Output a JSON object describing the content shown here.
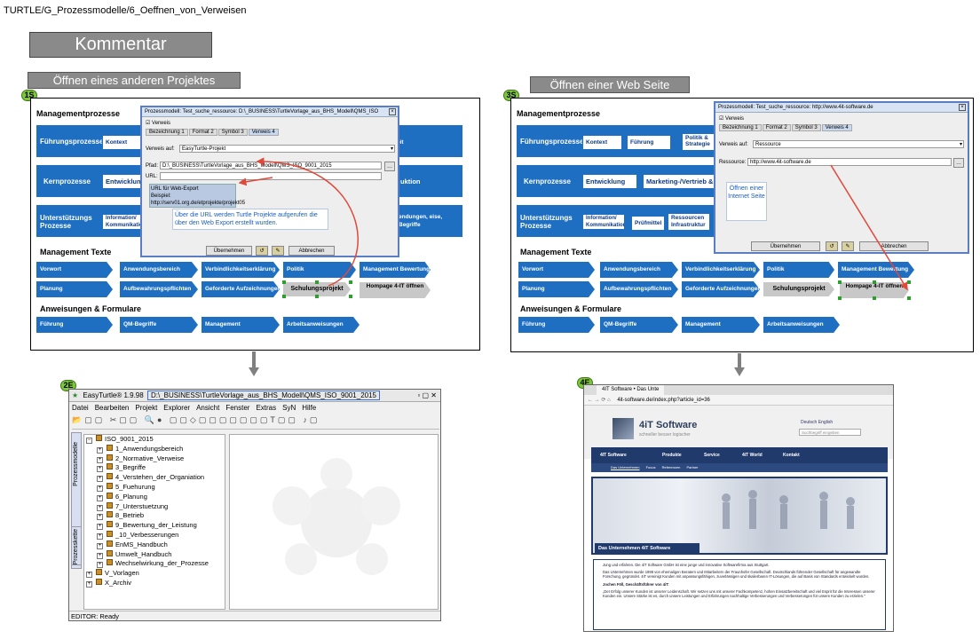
{
  "path": "TURTLE/G_Prozessmodelle/6_Oeffnen_von_Verweisen",
  "kommentar": "Kommentar",
  "left_title": "Öffnen eines anderen Projektes",
  "right_title": "Öffnen einer Web Seite",
  "badges": {
    "b1": "1S",
    "b2": "2E",
    "b3": "3S",
    "b4": "4E"
  },
  "map": {
    "mgmt": "Managementprozesse",
    "fuehrung": "Führungsprozesse",
    "kern": "Kernprozesse",
    "unterst": "Unterstützungs Prozesse",
    "texte": "Management Texte",
    "anw": "Anweisungen & Formulare"
  },
  "left_fp": [
    "Kontext",
    "eit"
  ],
  "left_kp": [
    "Entwicklung",
    "uktion"
  ],
  "left_up": [
    "Information/ Kommunikation",
    "endungen, eise, Begriffe"
  ],
  "right_fp": [
    "Kontext",
    "Führung",
    "Politik & Strategie"
  ],
  "right_kp": [
    "Entwicklung",
    "Marketing-/Vertrieb & A"
  ],
  "right_up": [
    "Information/ Kommunikation",
    "Prüfmittel",
    "Ressourcen Infrastruktur"
  ],
  "texts_row1": [
    "Vorwort",
    "Anwendungsbereich",
    "Verbindlichkeitserklärung",
    "Politik",
    "Management Bewertung"
  ],
  "texts_row2": [
    "Planung",
    "Aufbewahrungspflichten",
    "Geforderte Aufzeichnungen"
  ],
  "schulung": "Schulungsprojekt",
  "hompage": "Hompage 4-IT öffnen",
  "anw_row": [
    "Führung",
    "QM-Begriffe",
    "Management",
    "Arbeitsanweisungen"
  ],
  "dlg1": {
    "title": "Prozessmodell: Test_suche_ressource: D:\\_BUSINESS\\TurtleVorlage_aus_BHS_Modell\\QMS_ISO",
    "chk": "Verweis",
    "tabs": [
      "Bezeichnung 1",
      "Format 2",
      "Symbol 3",
      "Verweis 4"
    ],
    "lbl_auf": "Verweis auf:",
    "auf": "EasyTurtle-Projekt",
    "lbl_pfad": "Pfad:",
    "pfad": "D:\\_BUSINESS\\TurtleVorlage_aus_BHS_Modell\\QMS_ISO_9001_2015",
    "lbl_url": "URL:",
    "note1": "URL für Web-Export",
    "note2": "Beispiel:",
    "note3": "http://serv01.org.de/etprojekte/projekt05",
    "ok": "Übernehmen",
    "cancel": "Abbrechen"
  },
  "callout1": "Über die URL werden Turtle Projekte aufgerufen die über den Web Export erstellt wurden.",
  "dlg3": {
    "title": "Prozessmodell: Test_suche_ressource: http://www.4it-software.de",
    "chk": "Verweis",
    "tabs": [
      "Bezeichnung 1",
      "Format 2",
      "Symbol 3",
      "Verweis 4"
    ],
    "lbl_auf": "Verweis auf:",
    "auf": "Ressource",
    "lbl_res": "Ressource:",
    "res": "http://www.4it-software.de",
    "ok": "Übernehmen",
    "cancel": "Abbrechen"
  },
  "callout3": "Öffnen einer Internet Seite",
  "editor": {
    "title": "EasyTurtle® 1.9.98",
    "path": "D:\\_BUSINESS\\TurtleVorlage_aus_BHS_Modell\\QMS_ISO_9001_2015",
    "menu": [
      "Datei",
      "Bearbeiten",
      "Projekt",
      "Explorer",
      "Ansicht",
      "Fenster",
      "Extras",
      "SyN",
      "Hilfe"
    ],
    "side1": "Prozessmodelle",
    "side2": "Prozesskette",
    "tree_root": "ISO_9001_2015",
    "tree": [
      "1_Anwendungsbereich",
      "2_Normative_Verweise",
      "3_Begriffe",
      "4_Verstehen_der_Organiation",
      "5_Fuehurung",
      "6_Planung",
      "7_Unterstuetzung",
      "8_Betrieb",
      "9_Bewertung_der_Leistung",
      "_10_Verbesserungen",
      "EnMS_Handbuch",
      "Umwelt_Handbuch",
      "Wechselwirkung_der_Prozesse"
    ],
    "tree_tail": [
      "V_Vorlagen",
      "X_Archiv"
    ],
    "status": "EDITOR: Ready"
  },
  "browser": {
    "tab": "4IT Software • Das Unte",
    "url": "4it-software.de/index.php?article_id=36",
    "logo": "4iT Software",
    "slogan": "schneller besser logischer",
    "lang": "Deutsch  English",
    "search": "Suchbegriff eingeben",
    "nav": [
      "4IT Software",
      "Produkte",
      "Service",
      "4iT World",
      "Kontakt"
    ],
    "subnav": [
      "Das Unternehmen",
      "Focus",
      "Referenzen",
      "Partner"
    ],
    "hero": "Das Unternehmen 4iT Software",
    "p1": "Jung und erfahren. Die 4iT Software GmbH ist eine junge und innovative Softwarefirma aus Stuttgart.",
    "p2": "Das Unternehmen wurde 1998 von ehemaligen Beratern und Mitarbeitern der Fraunhofer Gesellschaft. Deutschlands führender Gesellschaft für angewandte Forschung, gegründet. 4iT vereinigt Kunden mit anpassungsfähigen, zuverlässigen und skalierbaren IT-Lösungen, die auf Basis von Standards entwickelt wurden.",
    "p3": "Jochen Föll, Geschäftsführer von 4iT:",
    "p4": "„Der Erfolg unserer Kunden ist unserer Leidenschaft. Wir setzen uns mit unserer Fachkompetenz, hohen Einsatzbereitschaft und viel Esprit für die Interessen unserer Kunden ein. Unsere Stärke ist es, durch unsere Leistungen und Erfahrungen nachhaltige Verbesserungen und Verbesserungen für unsere Kunden zu erzielen.\""
  },
  "colors": {
    "blue": "#1e6fc2",
    "gray": "#8a8a8a",
    "green": "#7ec63b",
    "red": "#e0483a"
  }
}
